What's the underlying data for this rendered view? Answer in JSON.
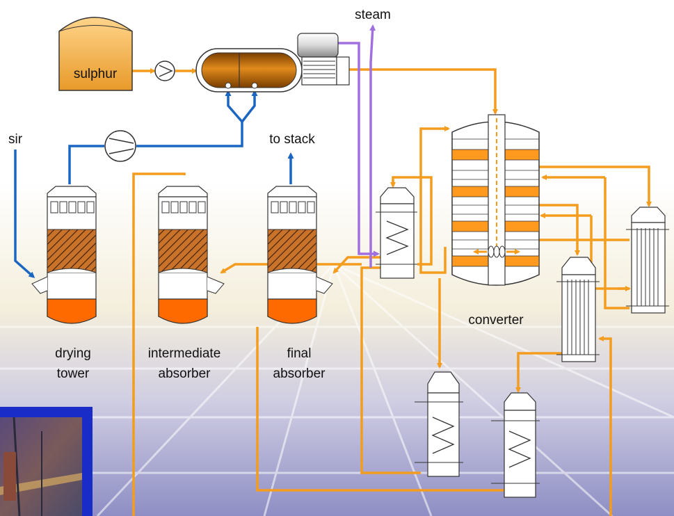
{
  "labels": {
    "steam": "steam",
    "sulphur": "sulphur",
    "air": "sir",
    "to_stack": "to stack",
    "converter": "converter",
    "drying_line1": "drying",
    "drying_line2": "tower",
    "intermediate_line1": "intermediate",
    "intermediate_line2": "absorber",
    "final_line1": "final",
    "final_line2": "absorber"
  },
  "colors": {
    "gas_line": "#f39c1e",
    "air_line": "#1a66c0",
    "steam_line": "#a070e0",
    "packing": "#c8722a",
    "acid": "#ff6a00",
    "photo_frame": "#1a2cc8"
  }
}
